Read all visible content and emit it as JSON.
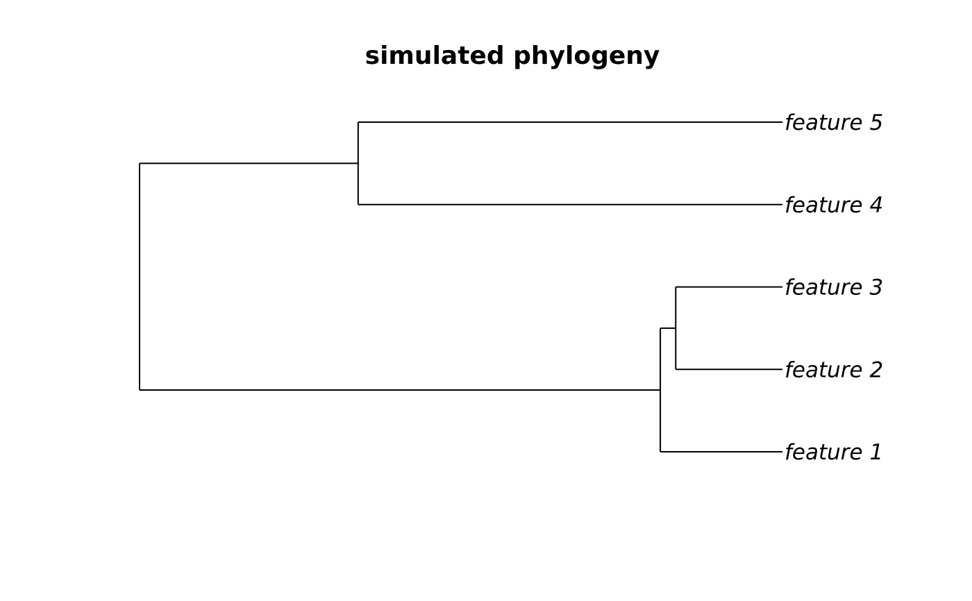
{
  "title": "simulated phylogeny",
  "colors": {
    "ink": "#000000",
    "background": "#ffffff"
  },
  "tree": {
    "orientation": "rightwards",
    "tips": [
      {
        "id": "t5",
        "label": "feature 5"
      },
      {
        "id": "t4",
        "label": "feature 4"
      },
      {
        "id": "t3",
        "label": "feature 3"
      },
      {
        "id": "t2",
        "label": "feature 2"
      },
      {
        "id": "t1",
        "label": "feature 1"
      }
    ],
    "nodes": [
      {
        "id": "root",
        "depth": 0,
        "children": [
          "n_upper",
          "n_lower"
        ]
      },
      {
        "id": "n_upper",
        "depth": 0.34,
        "children": [
          "t5",
          "t4"
        ]
      },
      {
        "id": "n_lower",
        "depth": 0.81,
        "children": [
          "n_23",
          "t1"
        ]
      },
      {
        "id": "n_23",
        "depth": 0.834,
        "children": [
          "t3",
          "t2"
        ]
      }
    ],
    "tip_depth": 1.0
  }
}
